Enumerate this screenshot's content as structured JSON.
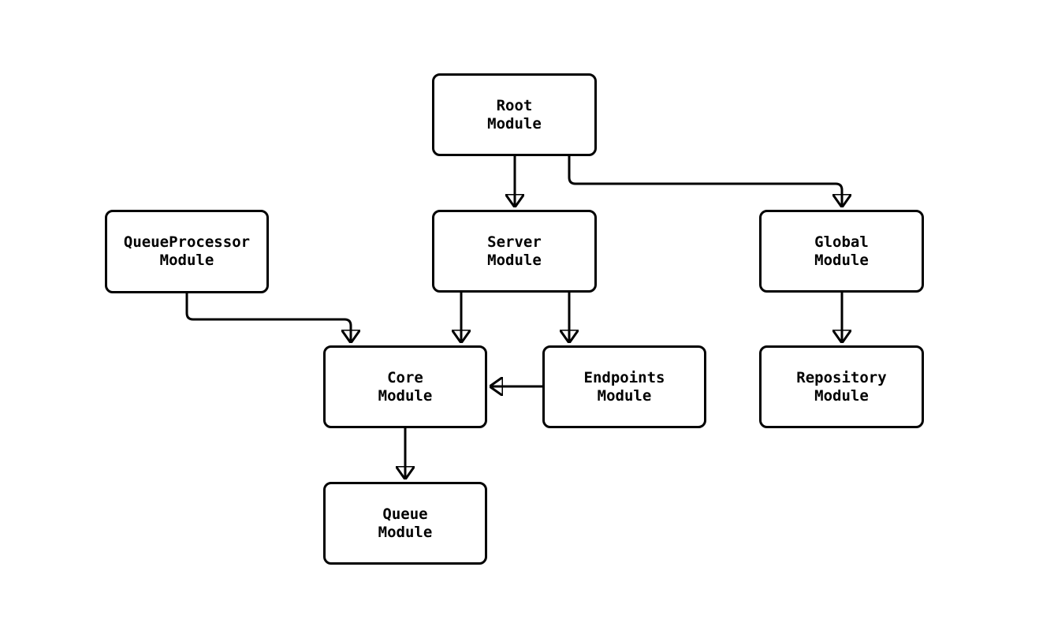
{
  "diagram": {
    "type": "flowchart",
    "background_color": "#ffffff",
    "node_border_color": "#000000",
    "node_fill_color": "#ffffff",
    "edge_color": "#000000",
    "text_color": "#000000",
    "nodes": [
      {
        "id": "root",
        "label": "Root\nModule"
      },
      {
        "id": "queueprocessor",
        "label": "QueueProcessor\nModule"
      },
      {
        "id": "server",
        "label": "Server\nModule"
      },
      {
        "id": "global",
        "label": "Global\nModule"
      },
      {
        "id": "core",
        "label": "Core\nModule"
      },
      {
        "id": "endpoints",
        "label": "Endpoints\nModule"
      },
      {
        "id": "repository",
        "label": "Repository\nModule"
      },
      {
        "id": "queue",
        "label": "Queue\nModule"
      }
    ],
    "edges": [
      {
        "from": "root",
        "to": "server"
      },
      {
        "from": "root",
        "to": "global"
      },
      {
        "from": "queueprocessor",
        "to": "core"
      },
      {
        "from": "server",
        "to": "core"
      },
      {
        "from": "server",
        "to": "endpoints"
      },
      {
        "from": "endpoints",
        "to": "core"
      },
      {
        "from": "global",
        "to": "repository"
      },
      {
        "from": "core",
        "to": "queue"
      }
    ]
  }
}
